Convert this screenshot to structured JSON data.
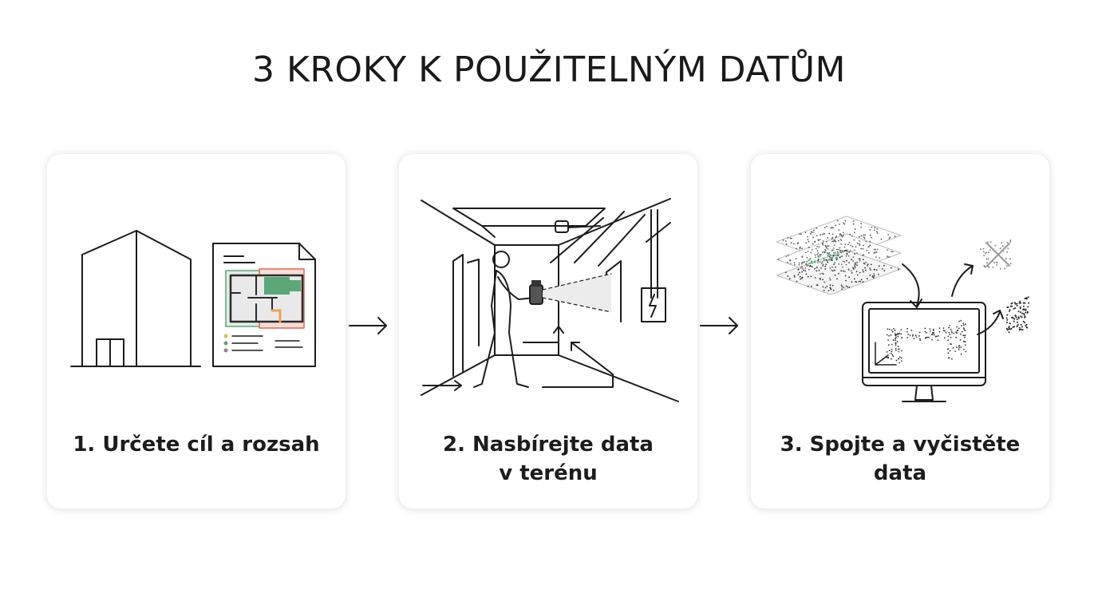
{
  "title": "3 KROKY K POUŽITELNÝM DATŮM",
  "steps": [
    {
      "label": "1. Určete cíl a rozsah",
      "icon": "building-and-floorplan-icon"
    },
    {
      "label": "2. Nasbírejte data\nv terénu",
      "icon": "person-scanning-corridor-icon"
    },
    {
      "label": "3. Spojte a vyčistěte\ndata",
      "icon": "point-cloud-monitor-icon"
    }
  ],
  "colors": {
    "ink": "#1c1c1c",
    "accent_green": "#5aa877",
    "accent_red": "#e0664a",
    "accent_orange": "#f0a050",
    "accent_yellow": "#d9c04a",
    "card_shadow": "#e6e6e6"
  }
}
